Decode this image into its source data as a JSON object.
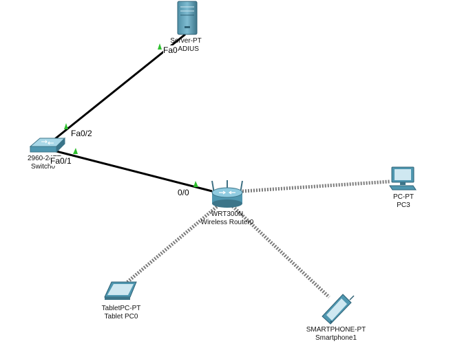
{
  "devices": {
    "server": {
      "model": "Server-PT",
      "name": "RADIUS"
    },
    "switch": {
      "model": "2960-24TT",
      "name": "Switch0"
    },
    "router": {
      "model": "WRT300N",
      "name": "Wireless Router0"
    },
    "pc": {
      "model": "PC-PT",
      "name": "PC3"
    },
    "tablet": {
      "model": "TabletPC-PT",
      "name": "Tablet PC0"
    },
    "phone": {
      "model": "SMARTPHONE-PT",
      "name": "Smartphone1"
    }
  },
  "links": {
    "server_switch": {
      "server_port": "Fa0",
      "switch_port": "Fa0/2"
    },
    "switch_router": {
      "switch_port": "Fa0/1",
      "router_port": "0/0"
    }
  },
  "colors": {
    "wired": "#000000",
    "wireless": "#7a7a7a",
    "link_light": "#2fbf2f",
    "device_body": "#4f97b0"
  }
}
